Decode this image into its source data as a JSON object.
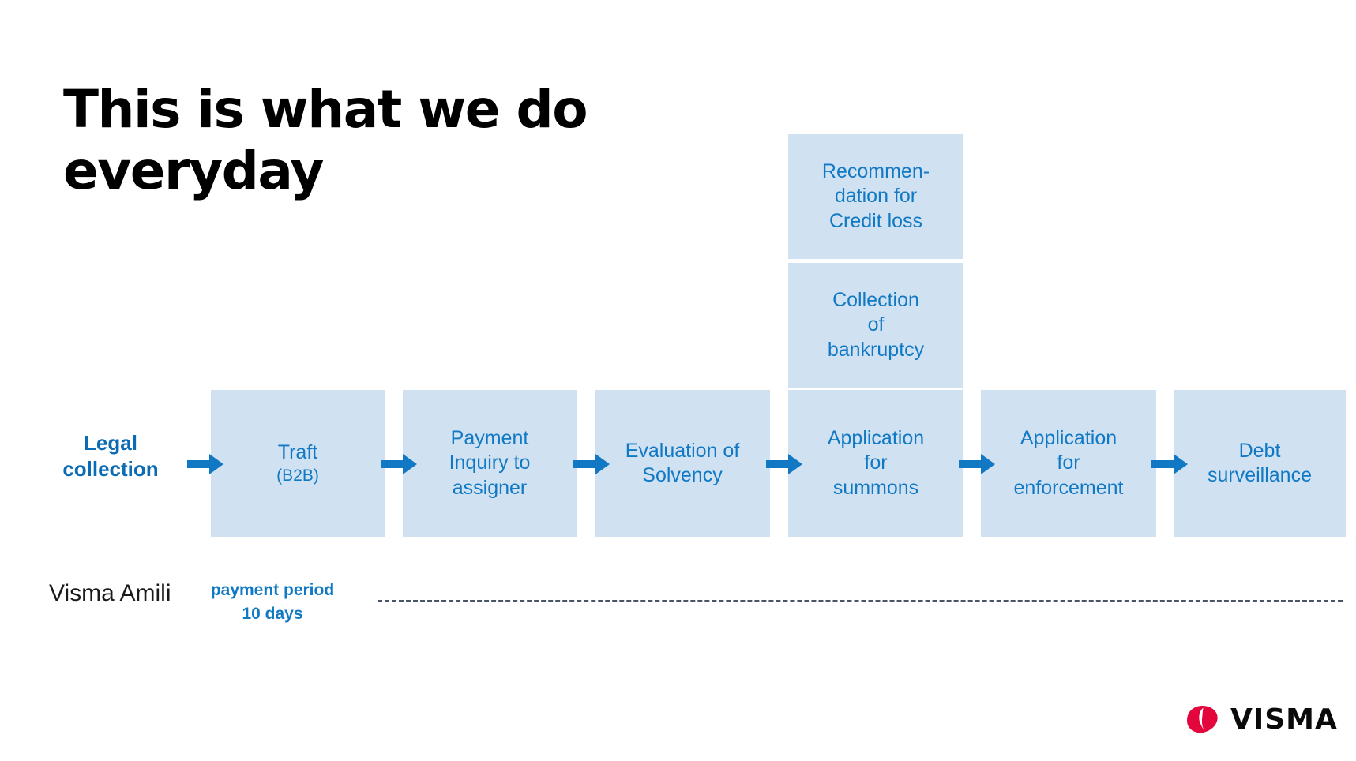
{
  "slide": {
    "title": "This is what we do\neveryday",
    "background_color": "#ffffff"
  },
  "theme": {
    "box_fill": "#d0e1f2",
    "box_text": "#1179c4",
    "arrow_color": "#1179c4",
    "accent_blue": "#0b6cb5",
    "dashed_line_color": "#4a5568",
    "logo_red": "#e3063c",
    "title_color": "#000000"
  },
  "flow": {
    "row_label": "Legal\ncollection",
    "steps": [
      {
        "id": "traft",
        "label": "Traft",
        "sub": "(B2B)"
      },
      {
        "id": "payment",
        "label": "Payment\nInquiry to\nassigner",
        "sub": ""
      },
      {
        "id": "evaluation",
        "label": "Evaluation of\nSolvency",
        "sub": ""
      },
      {
        "id": "summons",
        "label": "Application\nfor\nsummons",
        "sub": ""
      },
      {
        "id": "enforcement",
        "label": "Application\nfor\nenforcement",
        "sub": ""
      },
      {
        "id": "surveillance",
        "label": "Debt\nsurveillance",
        "sub": ""
      }
    ],
    "branches": [
      {
        "id": "creditloss",
        "label": "Recommen-\ndation for\nCredit loss"
      },
      {
        "id": "bankruptcy",
        "label": "Collection\nof\nbankruptcy"
      }
    ],
    "arrow_count": 6,
    "arrow_icon": "arrow-right-icon"
  },
  "footer": {
    "product_label": "Visma Amili",
    "payment_period": "payment period\n10 days",
    "timeline_style": "dashed"
  },
  "logo": {
    "wordmark": "VISMA",
    "mark_icon": "visma-swoosh-icon"
  }
}
